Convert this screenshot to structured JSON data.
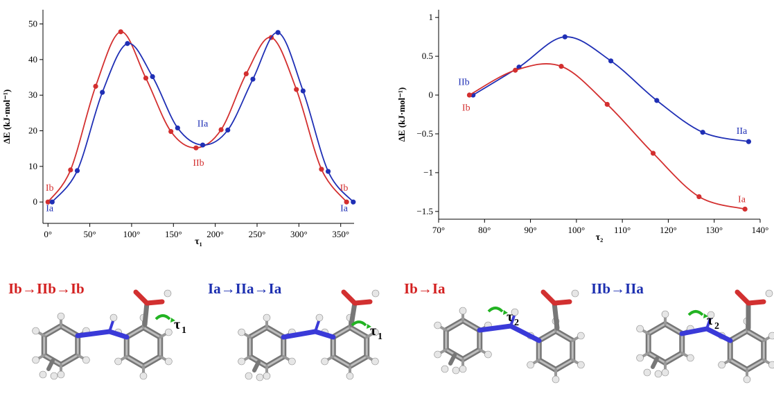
{
  "colors": {
    "red": "#d32f2f",
    "blue": "#1f2fb5"
  },
  "chart_data": [
    {
      "type": "line",
      "ylabel": "ΔE (kJ·mol⁻¹)",
      "xlabel": "τ₁",
      "xlim": [
        -6,
        366
      ],
      "ylim": [
        -6,
        54
      ],
      "xticks": [
        0,
        50,
        100,
        150,
        200,
        250,
        300,
        350
      ],
      "xticklabels": [
        "0°",
        "50°",
        "100°",
        "150°",
        "200°",
        "250°",
        "300°",
        "350°"
      ],
      "yticks": [
        0,
        10,
        20,
        30,
        40,
        50
      ],
      "yticklabels": [
        "0",
        "10",
        "20",
        "30",
        "40",
        "50"
      ],
      "series": [
        {
          "color": "#d32f2f",
          "x": [
            0,
            27,
            57,
            87,
            117,
            147,
            177,
            207,
            237,
            267,
            297,
            327,
            357
          ],
          "y": [
            0,
            9,
            32.5,
            47.8,
            34.8,
            19.8,
            15.2,
            20.3,
            36,
            46.2,
            31.6,
            9.2,
            0
          ]
        },
        {
          "color": "#1f2fb5",
          "x": [
            5,
            35,
            65,
            95,
            125,
            155,
            185,
            215,
            245,
            275,
            305,
            335,
            365
          ],
          "y": [
            0,
            8.8,
            30.8,
            44.5,
            35.2,
            20.8,
            16,
            20.2,
            34.5,
            47.6,
            31.2,
            8.6,
            0
          ]
        }
      ],
      "annotations": [
        {
          "text": "Ib",
          "x": 2,
          "y": 3.2,
          "color": "#d32f2f"
        },
        {
          "text": "Ia",
          "x": 2,
          "y": -2.6,
          "color": "#1f2fb5"
        },
        {
          "text": "IIa",
          "x": 185,
          "y": 21.2,
          "color": "#1f2fb5"
        },
        {
          "text": "IIb",
          "x": 180,
          "y": 10.2,
          "color": "#d32f2f"
        },
        {
          "text": "Ib",
          "x": 354,
          "y": 3.2,
          "color": "#d32f2f"
        },
        {
          "text": "Ia",
          "x": 354,
          "y": -2.6,
          "color": "#1f2fb5"
        }
      ]
    },
    {
      "type": "line",
      "ylabel": "ΔE (kJ·mol⁻¹)",
      "xlabel": "τ₂",
      "xlim": [
        70,
        140
      ],
      "ylim": [
        -1.6,
        1.1
      ],
      "xticks": [
        70,
        80,
        90,
        100,
        110,
        120,
        130,
        140
      ],
      "xticklabels": [
        "70°",
        "80°",
        "90°",
        "100°",
        "110°",
        "120°",
        "130°",
        "140°"
      ],
      "yticks": [
        1,
        0.5,
        0,
        -0.5,
        -1,
        -1.5
      ],
      "yticklabels": [
        "1",
        "0.5",
        "0",
        "−0.5",
        "−1",
        "−1.5"
      ],
      "series": [
        {
          "color": "#1f2fb5",
          "x": [
            77.5,
            87.5,
            97.5,
            107.5,
            117.5,
            127.5,
            137.5
          ],
          "y": [
            0,
            0.36,
            0.75,
            0.44,
            -0.07,
            -0.48,
            -0.6
          ]
        },
        {
          "color": "#d32f2f",
          "x": [
            76.7,
            86.7,
            96.7,
            106.7,
            116.7,
            126.7,
            136.7
          ],
          "y": [
            0,
            0.32,
            0.37,
            -0.12,
            -0.75,
            -1.31,
            -1.47
          ]
        }
      ],
      "annotations": [
        {
          "text": "IIb",
          "x": 75.5,
          "y": 0.13,
          "color": "#1f2fb5"
        },
        {
          "text": "Ib",
          "x": 76,
          "y": -0.2,
          "color": "#d32f2f"
        },
        {
          "text": "IIa",
          "x": 136,
          "y": -0.5,
          "color": "#1f2fb5"
        },
        {
          "text": "Ia",
          "x": 136,
          "y": -1.38,
          "color": "#d32f2f"
        }
      ]
    }
  ],
  "molecules": [
    {
      "title": "Ib→IIb→Ib",
      "title_color": "red",
      "torsion": "τ",
      "torsion_index": "1"
    },
    {
      "title": "Ia→IIa→Ia",
      "title_color": "blue",
      "torsion": "τ",
      "torsion_index": "1"
    },
    {
      "title": "Ib→Ia",
      "title_color": "red",
      "torsion": "τ",
      "torsion_index": "2"
    },
    {
      "title": "IIb→IIa",
      "title_color": "blue",
      "torsion": "τ",
      "torsion_index": "2"
    }
  ]
}
